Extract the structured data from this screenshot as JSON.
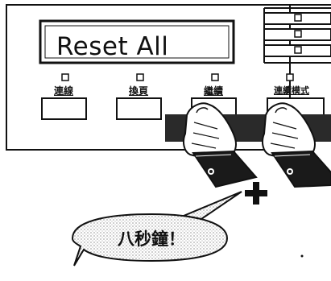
{
  "display": {
    "text": "Reset All"
  },
  "buttons": [
    {
      "label": "連線"
    },
    {
      "label": "換頁"
    },
    {
      "label": "繼續"
    },
    {
      "label": "連續模式"
    }
  ],
  "callout": {
    "text": "八秒鐘！"
  },
  "colors": {
    "ink": "#111111",
    "paper": "#ffffff",
    "shadow": "#2a2a2a"
  },
  "icons": [
    "plus-sign",
    "pressing-hand",
    "speech-bubble",
    "indicator-light"
  ]
}
